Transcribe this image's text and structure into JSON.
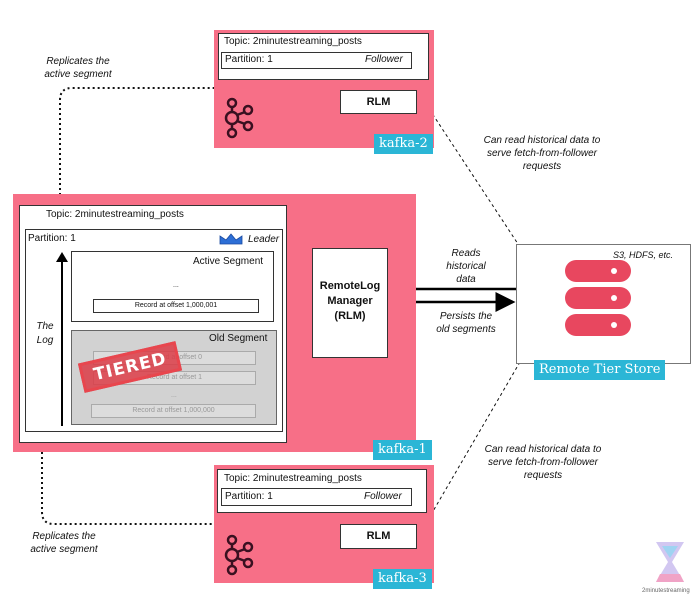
{
  "kafka2": {
    "topic": "Topic: 2minutestreaming_posts",
    "partition": "Partition: 1",
    "role": "Follower",
    "rlm": "RLM",
    "name": "kafka-2"
  },
  "kafka1": {
    "topic": "Topic: 2minutestreaming_posts",
    "partition": "Partition: 1",
    "role": "Leader",
    "log_label": "The\nLog",
    "active_segment": "Active Segment",
    "ellipsis": "...",
    "active_record": "Record at offset 1,000,001",
    "old_segment": "Old Segment",
    "old_records": [
      "Record at offset 0",
      "Record at offset 1",
      "...",
      "Record at offset 1,000,000"
    ],
    "tiered_stamp": "TIERED",
    "rlm_full": "RemoteLog\nManager\n(RLM)",
    "name": "kafka-1"
  },
  "kafka3": {
    "topic": "Topic: 2minutestreaming_posts",
    "partition": "Partition: 1",
    "role": "Follower",
    "rlm": "RLM",
    "name": "kafka-3"
  },
  "remote": {
    "providers": "S3, HDFS, etc.",
    "name": "Remote Tier Store"
  },
  "annotations": {
    "replicates_top": "Replicates the\nactive segment",
    "replicates_bottom": "Replicates the\nactive segment",
    "can_read_top": "Can read historical data to\nserve fetch-from-follower\nrequests",
    "can_read_bottom": "Can read historical data to\nserve fetch-from-follower\nrequests",
    "reads_historical": "Reads\nhistorical\ndata",
    "persists_old": "Persists the\nold segments"
  },
  "logo_text": "2minutestreaming",
  "colors": {
    "broker": "#f76f87",
    "badge": "#2bb6d6",
    "storage_icon": "#e8475f"
  }
}
